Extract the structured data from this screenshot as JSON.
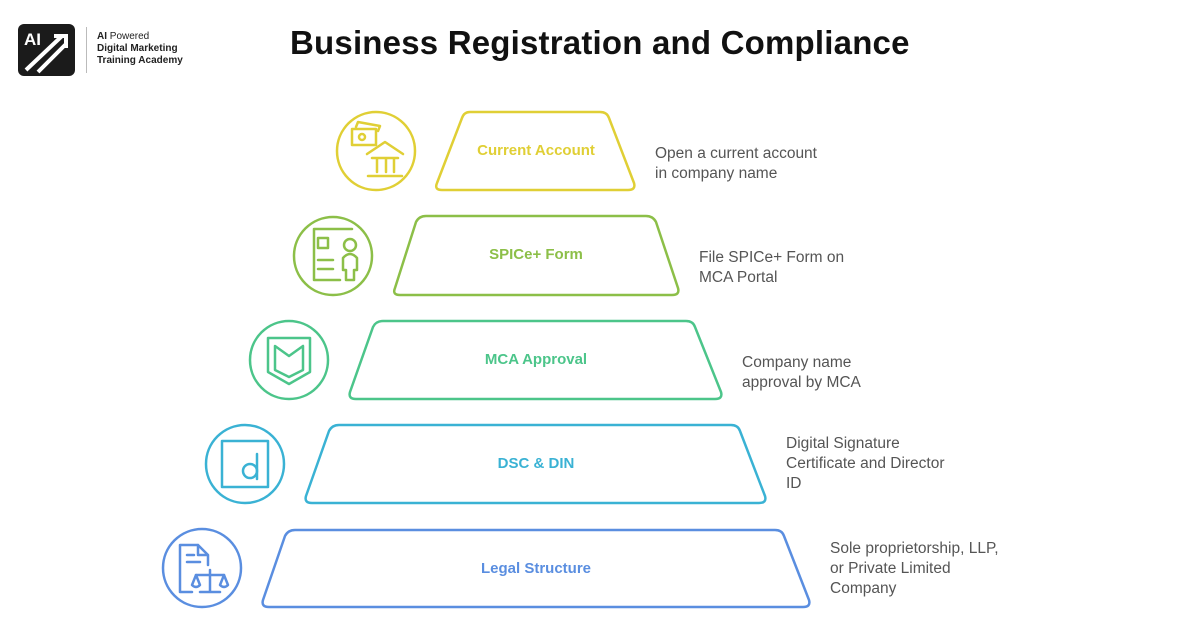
{
  "logo": {
    "mark": "AI",
    "line1_bold": "AI",
    "line1": " Powered",
    "line2": "Digital Marketing",
    "line3": "Training Academy"
  },
  "title": "Business Registration and Compliance",
  "steps": [
    {
      "label": "Current Account",
      "desc": "Open a current account\nin company name",
      "icon": "bank-money-icon",
      "color": "#e0cf35"
    },
    {
      "label": "SPICe+ Form",
      "desc": "File SPICe+ Form on\nMCA Portal",
      "icon": "form-person-icon",
      "color": "#8cbf48"
    },
    {
      "label": "MCA Approval",
      "desc": "Company name\napproval by MCA",
      "icon": "shield-badge-icon",
      "color": "#4cc58a"
    },
    {
      "label": "DSC & DIN",
      "desc": "Digital Signature\nCertificate and Director\nID",
      "icon": "digital-signature-icon",
      "color": "#3ab2d4"
    },
    {
      "label": "Legal Structure",
      "desc": "Sole proprietorship, LLP,\nor Private Limited\nCompany",
      "icon": "legal-document-scales-icon",
      "color": "#5a8ee0"
    }
  ]
}
